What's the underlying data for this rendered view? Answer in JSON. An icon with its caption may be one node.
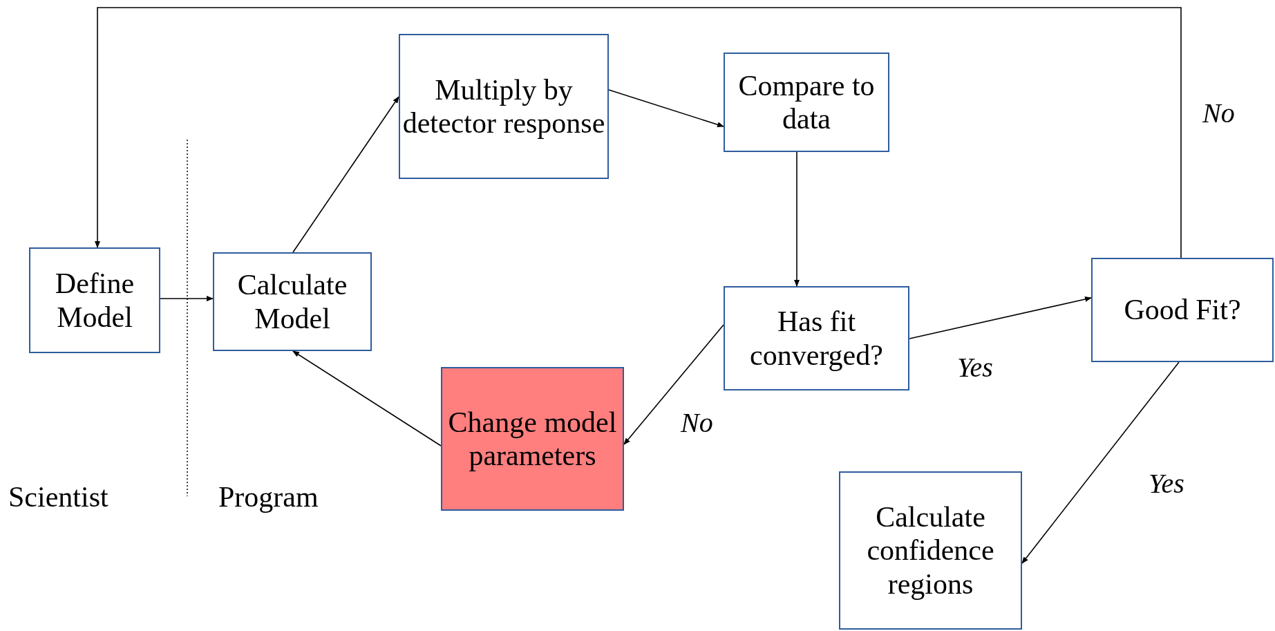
{
  "diagram": {
    "nodes": [
      {
        "text": [
          "Define Model"
        ]
      },
      {
        "text": [
          "Calculate Model"
        ]
      },
      {
        "text": [
          "Multiply by detector response"
        ]
      },
      {
        "text": [
          "Compare to data"
        ]
      },
      {
        "text": [
          "Has fit converged?"
        ]
      },
      {
        "text": [
          "Change model parameters"
        ]
      },
      {
        "text": [
          "Good Fit?"
        ]
      },
      {
        "text": [
          "Calculate confidence regions"
        ]
      }
    ],
    "edges": [
      {
        "from": 0,
        "to": 1,
        "arrow": "to"
      },
      {
        "from": 1,
        "to": 2,
        "arrow": "to"
      },
      {
        "from": 2,
        "to": 3,
        "arrow": "to"
      },
      {
        "from": 3,
        "to": 4,
        "arrow": "to"
      },
      {
        "from": 4,
        "to": 6,
        "arrow": "to",
        "label": "Yes"
      },
      {
        "from": 4,
        "to": 5,
        "arrow": "to",
        "label": "No"
      },
      {
        "from": 5,
        "to": 1,
        "arrow": "to"
      },
      {
        "from": 6,
        "to": 0,
        "arrow": "to",
        "label": "No"
      },
      {
        "from": 6,
        "to": 7,
        "arrow": "to",
        "label": "Yes"
      }
    ],
    "labels": [
      "Scientist",
      "Program"
    ]
  }
}
